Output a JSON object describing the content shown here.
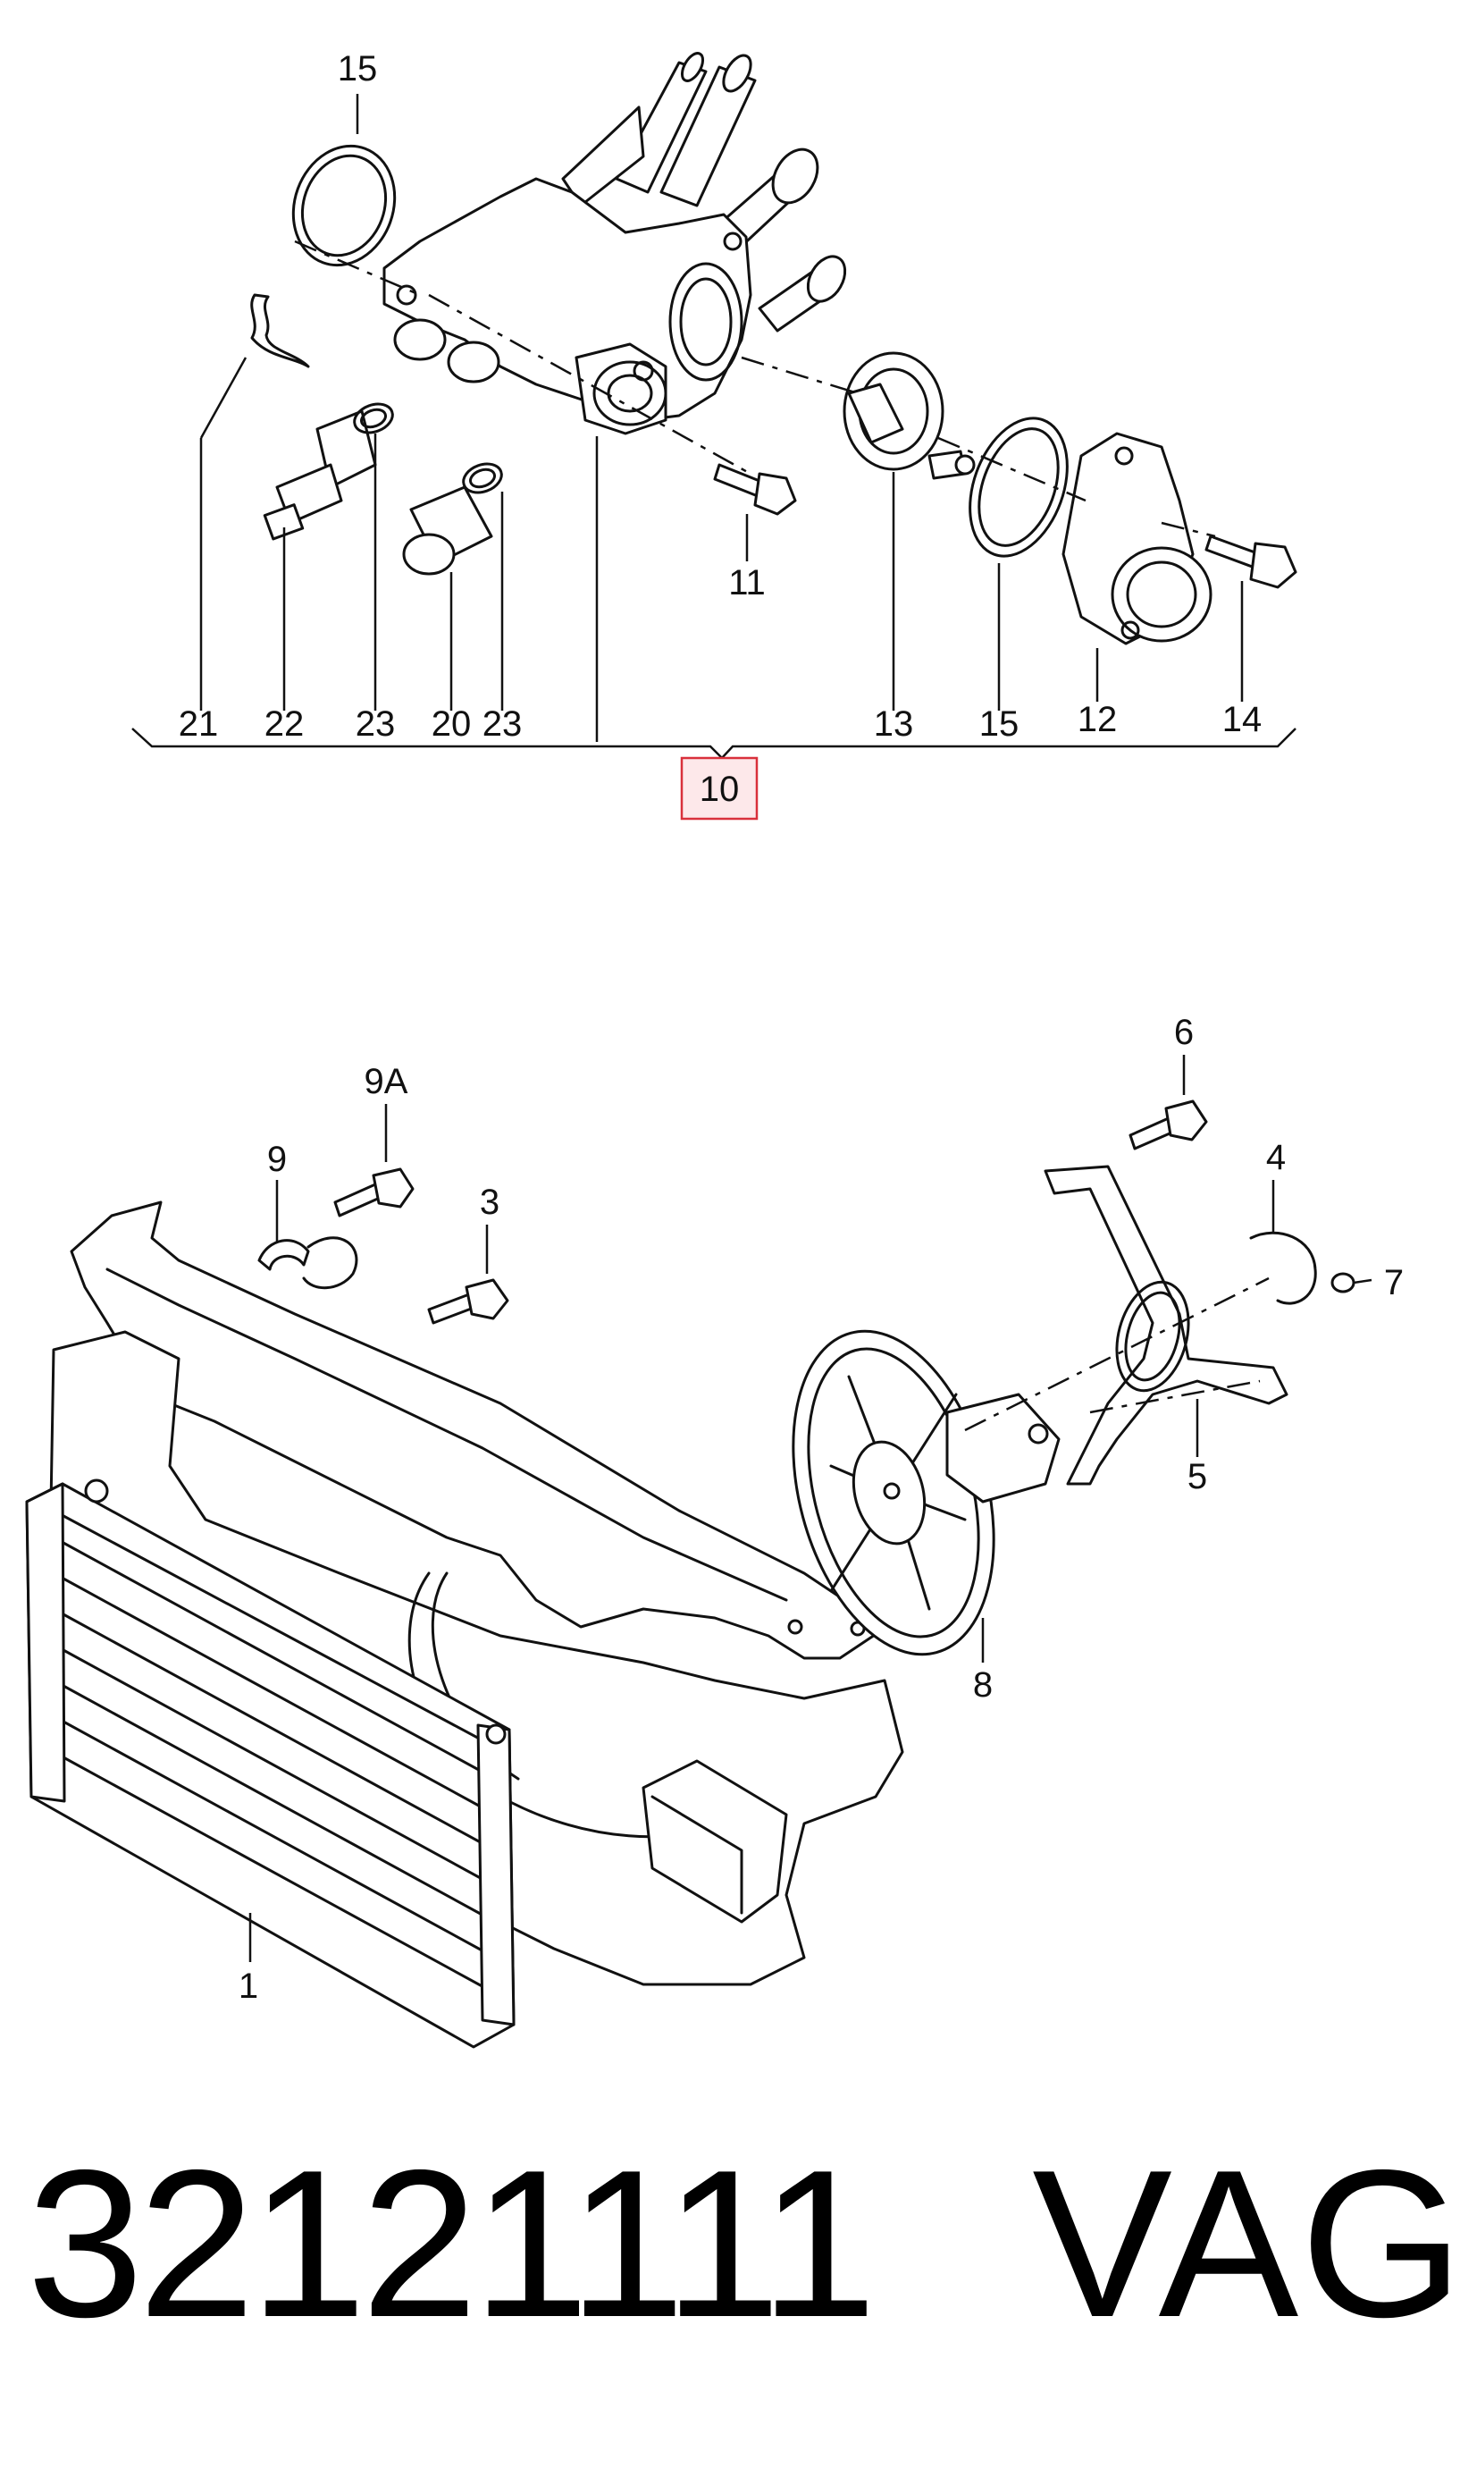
{
  "callouts": {
    "c15a": "15",
    "c21": "21",
    "c22": "22",
    "c23a": "23",
    "c20": "20",
    "c23b": "23",
    "c11": "11",
    "c13": "13",
    "c15b": "15",
    "c12": "12",
    "c14": "14",
    "c10": "10",
    "c6": "6",
    "c9A": "9A",
    "c9": "9",
    "c3": "3",
    "c4": "4",
    "c7": "7",
    "c5": "5",
    "c8": "8",
    "c1": "1"
  },
  "highlight_color": "#d9303b",
  "footer": {
    "part_number": "32121111",
    "brand": "VAG"
  }
}
